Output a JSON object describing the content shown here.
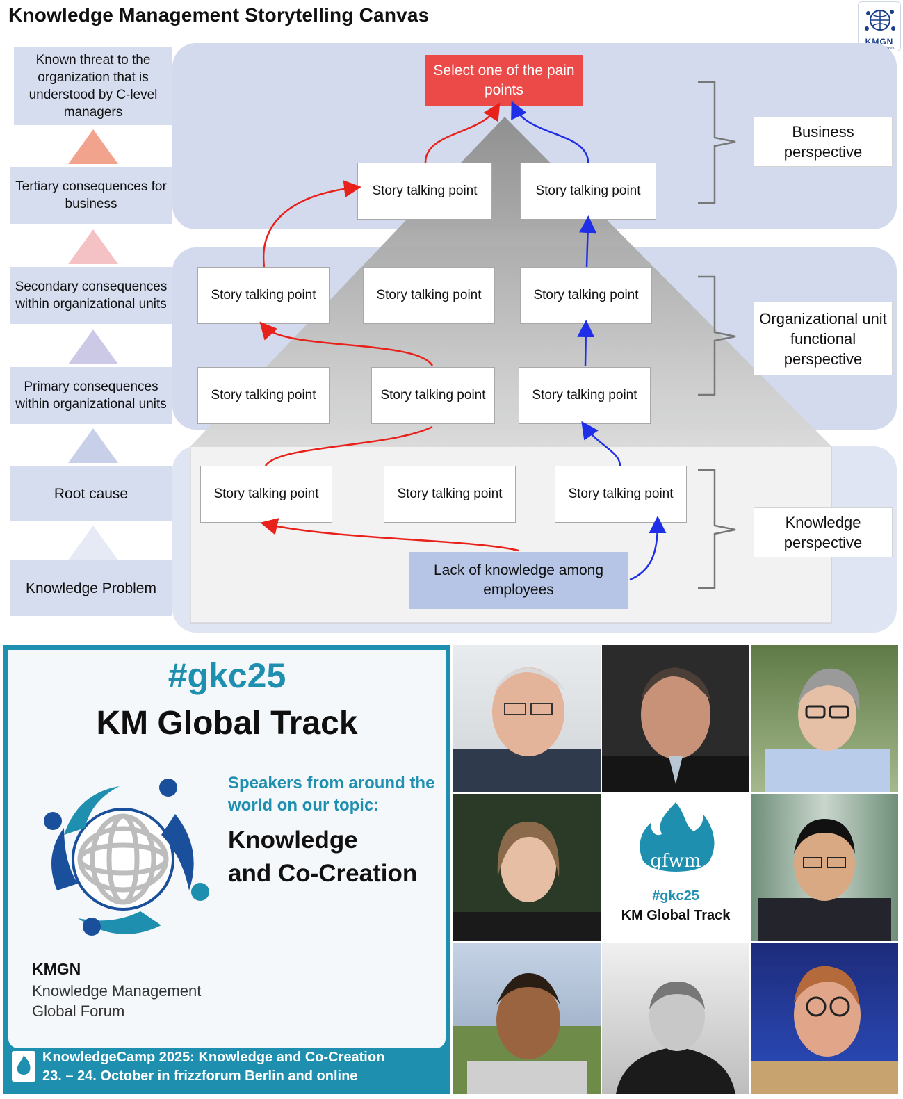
{
  "canvas": {
    "title": "Knowledge Management Storytelling Canvas",
    "logo_text": "KMGN",
    "logo_subtext": "KM Global Network",
    "levels": [
      "Known threat to the organization that is understood by C-level managers",
      "Tertiary consequences for business",
      "Secondary consequences within organizational units",
      "Primary consequences within organizational units",
      "Root cause",
      "Knowledge Problem"
    ],
    "pain_points": "Select one of the pain points",
    "story_point": "Story talking point",
    "lack": "Lack of knowledge among employees",
    "perspectives": [
      "Business perspective",
      "Organizational unit functional perspective",
      "Knowledge perspective"
    ],
    "colors": {
      "pain": "#eb4a48",
      "band": "#d3daed",
      "red_arrow": "#e8211b",
      "blue_arrow": "#1f2fe8"
    }
  },
  "banner": {
    "hashtag": "#gkc25",
    "track": "KM Global Track",
    "speakers": "Speakers from around the world on our topic:",
    "topic_line1": "Knowledge",
    "topic_line2": "and Co-Creation",
    "org_short": "KMGN",
    "org_line1": "Knowledge Management",
    "org_line2": "Global Forum",
    "footer_line1": "KnowledgeCamp 2025: Knowledge and Co-Creation",
    "footer_line2": "23. – 24. October in frizzforum Berlin and online",
    "accent": "#1f8fb0"
  },
  "tiles": {
    "gfwm": "gfwm",
    "hashtag": "#gkc25",
    "track": "KM Global Track"
  }
}
